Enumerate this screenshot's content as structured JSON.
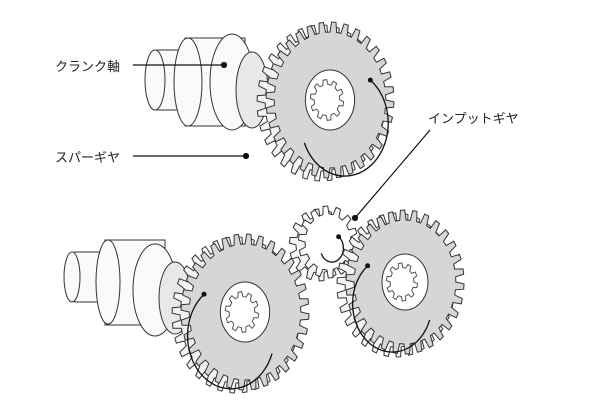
{
  "labels": {
    "crankshaft": "クランク軸",
    "spur_gear": "スパーギヤ",
    "input_gear": "インプットギヤ"
  },
  "colors": {
    "gear_face": "#d6d6d6",
    "gear_side": "#f4f4f4",
    "outline": "#333333"
  }
}
